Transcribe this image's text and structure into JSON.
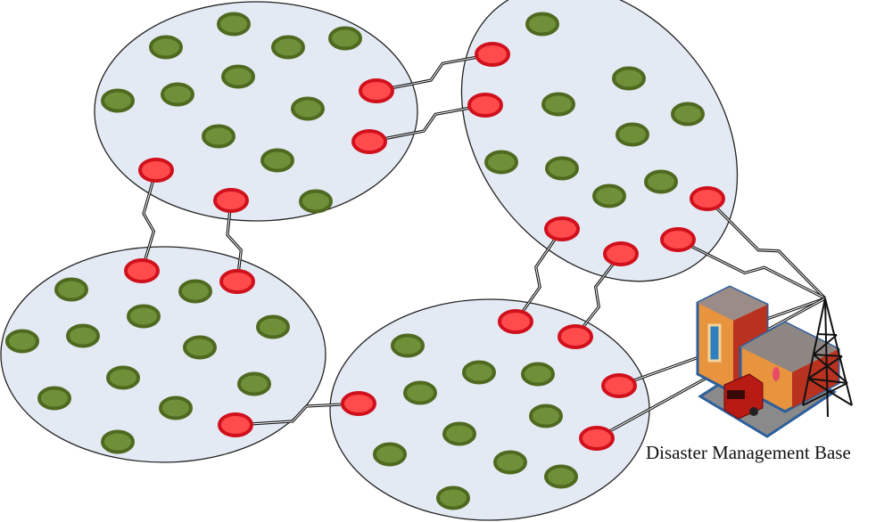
{
  "base_label": "Disaster Management Base",
  "colors": {
    "cluster_fill": "#e4eaf4",
    "red_node_fill": "#ff4b4b",
    "red_node_stroke": "#d0101c",
    "green_node_fill": "#6f8f38",
    "green_node_stroke": "#4f6a20"
  },
  "clusters": [
    {
      "id": "cluster-top-left",
      "green_nodes": 11,
      "red_nodes": 4
    },
    {
      "id": "cluster-top-right",
      "green_nodes": 9,
      "red_nodes": 6
    },
    {
      "id": "cluster-bottom-left",
      "green_nodes": 12,
      "red_nodes": 3
    },
    {
      "id": "cluster-bottom-right",
      "green_nodes": 10,
      "red_nodes": 5
    }
  ]
}
